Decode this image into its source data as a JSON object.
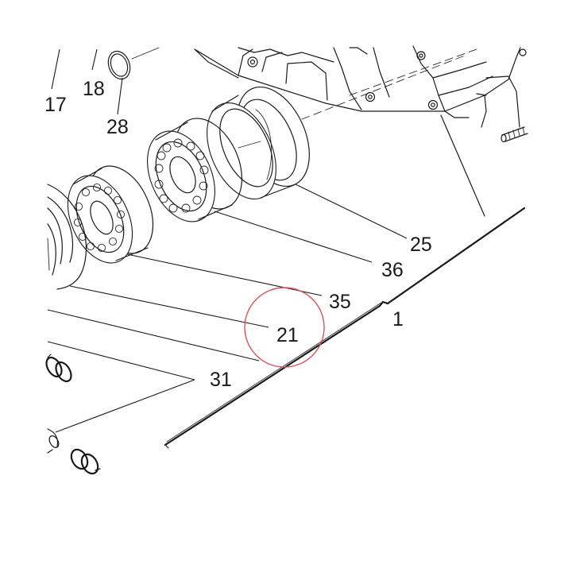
{
  "callouts": {
    "c17": "17",
    "c18": "18",
    "c28": "28",
    "c25": "25",
    "c36": "36",
    "c35": "35",
    "c1": "1",
    "c21": "21",
    "c31": "31"
  },
  "highlight": {
    "target": "21",
    "color": "#d9535a"
  },
  "colors": {
    "ink": "#1a1a1a",
    "background": "#ffffff"
  }
}
